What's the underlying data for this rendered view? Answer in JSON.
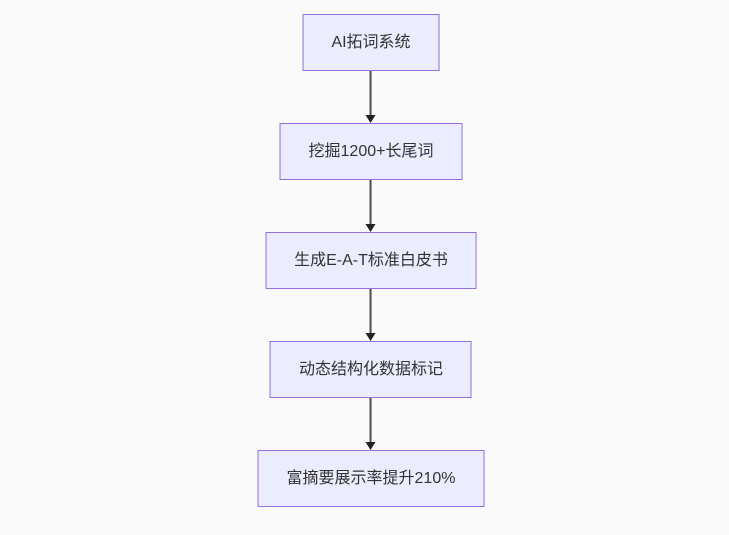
{
  "diagram": {
    "type": "flowchart",
    "direction": "top-down",
    "nodes": [
      {
        "id": "n1",
        "label": "AI拓词系统"
      },
      {
        "id": "n2",
        "label": "挖掘1200+长尾词"
      },
      {
        "id": "n3",
        "label": "生成E-A-T标准白皮书"
      },
      {
        "id": "n4",
        "label": "动态结构化数据标记"
      },
      {
        "id": "n5",
        "label": "富摘要展示率提升210%"
      }
    ],
    "edges": [
      {
        "from": "n1",
        "to": "n2",
        "arrow": "down"
      },
      {
        "from": "n2",
        "to": "n3",
        "arrow": "down"
      },
      {
        "from": "n3",
        "to": "n4",
        "arrow": "down"
      },
      {
        "from": "n4",
        "to": "n5",
        "arrow": "down"
      }
    ],
    "colors": {
      "node_fill": "#ececff",
      "node_border": "#9370db",
      "node_text": "#333333",
      "arrow_line": "#4d4d4d",
      "arrow_head": "#222222",
      "background": "#fafafa"
    }
  }
}
